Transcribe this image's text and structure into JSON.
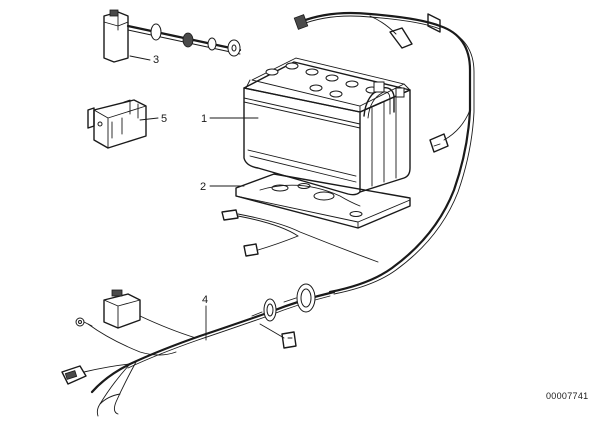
{
  "diagram": {
    "callouts": {
      "battery": "1",
      "battery_tray": "2",
      "relay_top": "3",
      "wiring_harness": "4",
      "relay_mid": "5"
    },
    "document_number": "00007741"
  }
}
